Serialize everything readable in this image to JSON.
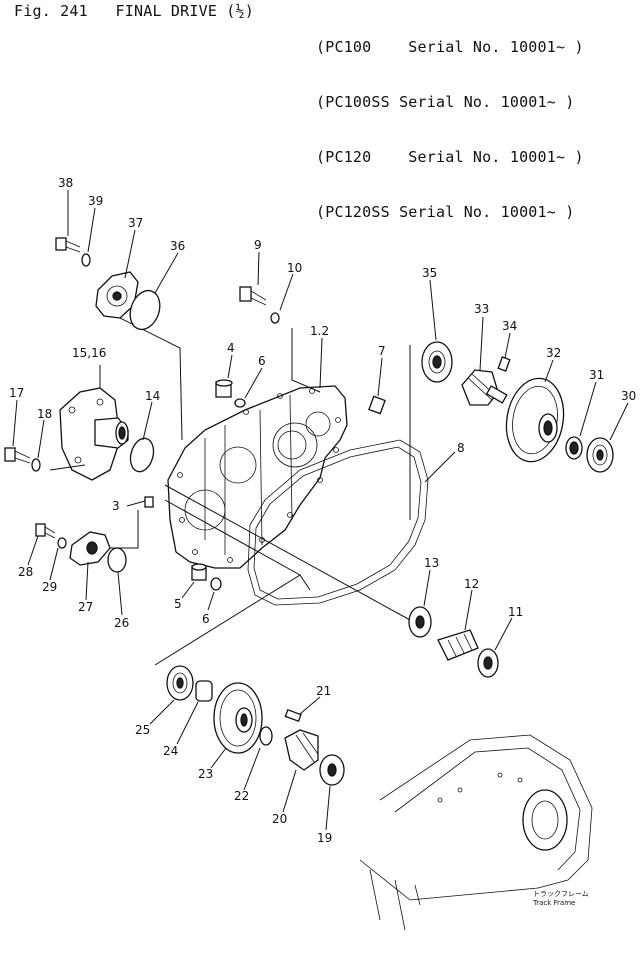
{
  "header": {
    "figure_title": "Fig. 241   FINAL DRIVE (½)",
    "serials": [
      "(PC100    Serial No. 10001~ )",
      "(PC100SS Serial No. 10001~ )",
      "(PC120    Serial No. 10001~ )",
      "(PC120SS Serial No. 10001~ )"
    ]
  },
  "callouts": {
    "c1_2": "1.2",
    "c3": "3",
    "c4": "4",
    "c5": "5",
    "c6a": "6",
    "c6b": "6",
    "c7": "7",
    "c8": "8",
    "c9": "9",
    "c10": "10",
    "c11": "11",
    "c12": "12",
    "c13": "13",
    "c14": "14",
    "c15_16": "15,16",
    "c17": "17",
    "c18": "18",
    "c19": "19",
    "c20": "20",
    "c21": "21",
    "c22": "22",
    "c23": "23",
    "c24": "24",
    "c25": "25",
    "c26": "26",
    "c27": "27",
    "c28": "28",
    "c29": "29",
    "c30": "30",
    "c31": "31",
    "c32": "32",
    "c33": "33",
    "c34": "34",
    "c35": "35",
    "c36": "36",
    "c37": "37",
    "c38": "38",
    "c39": "39"
  },
  "track_frame": {
    "label_jp": "トラックフレーム",
    "label_en": "Track Frame"
  }
}
